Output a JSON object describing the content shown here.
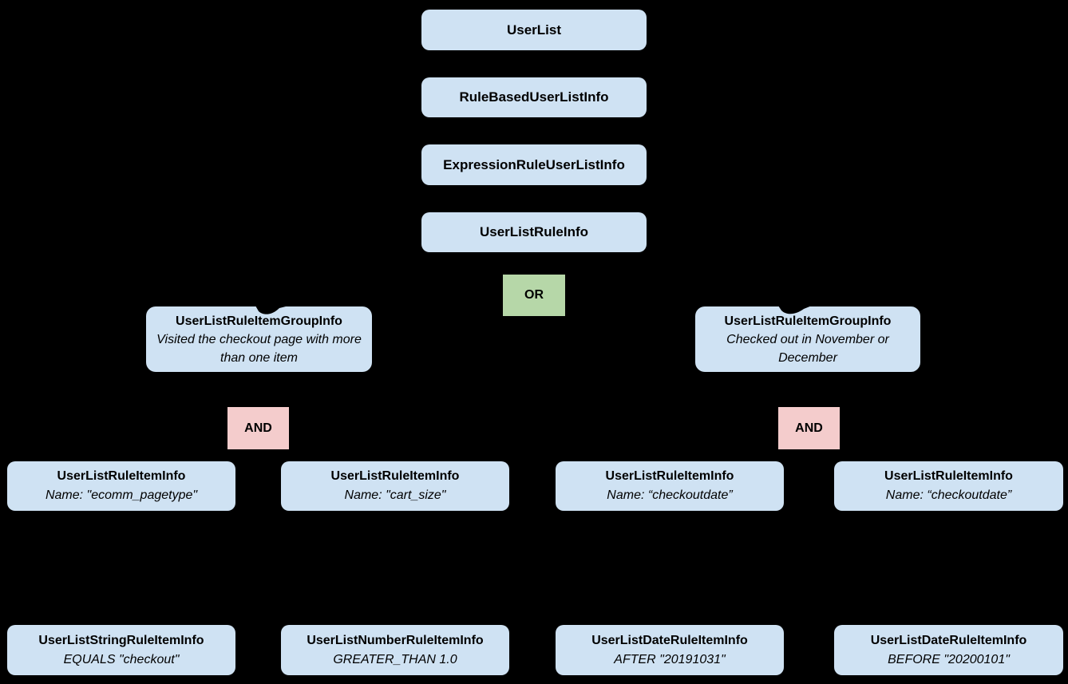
{
  "colors": {
    "background": "#000000",
    "node_fill": "#cfe2f3",
    "or_fill": "#b6d7a8",
    "and_fill": "#f4cccc",
    "text": "#000000"
  },
  "chain": [
    {
      "label": "UserList"
    },
    {
      "label": "RuleBasedUserListInfo"
    },
    {
      "label": "ExpressionRuleUserListInfo"
    },
    {
      "label": "UserListRuleInfo"
    }
  ],
  "or_operator": {
    "label": "OR"
  },
  "and_operators": [
    {
      "label": "AND"
    },
    {
      "label": "AND"
    }
  ],
  "groups": [
    {
      "title": "UserListRuleItemGroupInfo",
      "description": "Visited the checkout page with more than one item"
    },
    {
      "title": "UserListRuleItemGroupInfo",
      "description": "Checked out in November or December"
    }
  ],
  "rule_items": [
    {
      "title": "UserListRuleItemInfo",
      "subtitle": "Name: \"ecomm_pagetype\""
    },
    {
      "title": "UserListRuleItemInfo",
      "subtitle": "Name: \"cart_size\""
    },
    {
      "title": "UserListRuleItemInfo",
      "subtitle": "Name: “checkoutdate”"
    },
    {
      "title": "UserListRuleItemInfo",
      "subtitle": "Name: “checkoutdate”"
    }
  ],
  "operand_items": [
    {
      "title": "UserListStringRuleItemInfo",
      "subtitle": "EQUALS \"checkout\""
    },
    {
      "title": "UserListNumberRuleItemInfo",
      "subtitle": "GREATER_THAN 1.0"
    },
    {
      "title": "UserListDateRuleItemInfo",
      "subtitle": "AFTER \"20191031\""
    },
    {
      "title": "UserListDateRuleItemInfo",
      "subtitle": "BEFORE \"20200101\""
    }
  ]
}
